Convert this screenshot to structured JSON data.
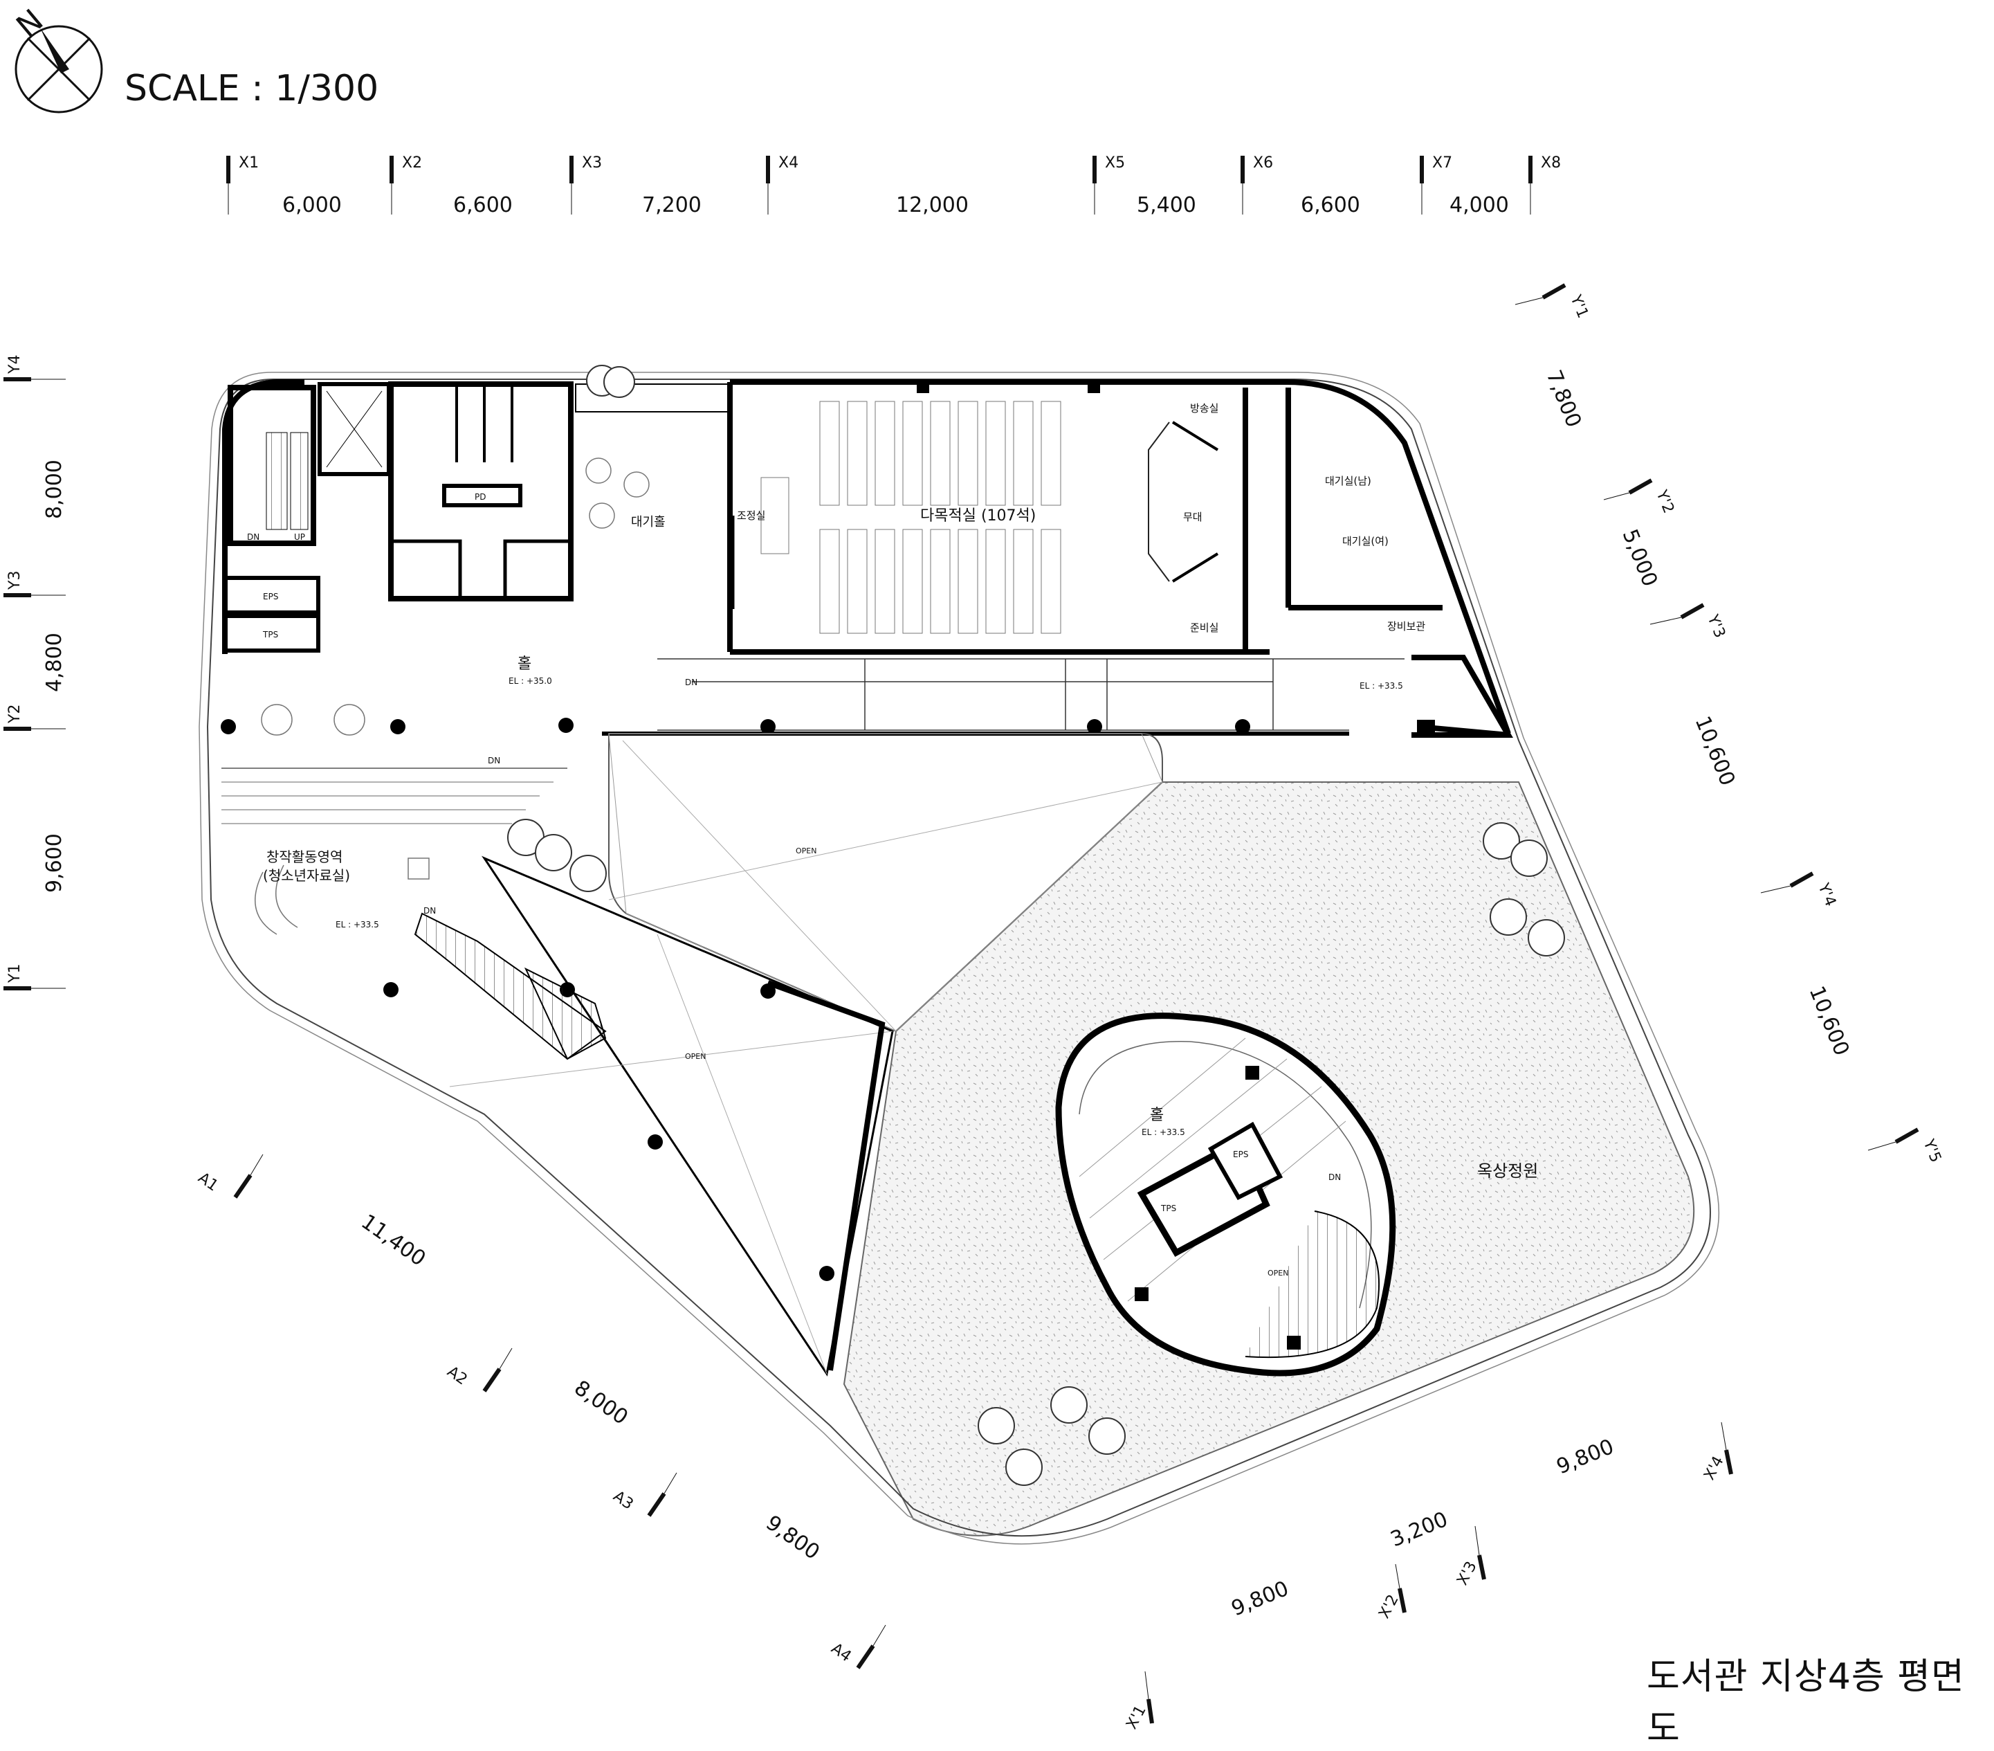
{
  "header": {
    "north_label": "N",
    "scale_text": "SCALE : 1/300"
  },
  "drawing_title": "도서관 지상4층 평면도",
  "x_grid": {
    "labels": [
      "X1",
      "X2",
      "X3",
      "X4",
      "X5",
      "X6",
      "X7",
      "X8"
    ],
    "spans": [
      "6,000",
      "6,600",
      "7,200",
      "12,000",
      "5,400",
      "6,600",
      "4,000"
    ]
  },
  "y_grid": {
    "labels": [
      "Y4",
      "Y3",
      "Y2",
      "Y1"
    ],
    "spans": [
      "8,000",
      "4,800",
      "9,600"
    ]
  },
  "y_prime_grid": {
    "labels": [
      "Y'1",
      "Y'2",
      "Y'3",
      "Y'4",
      "Y'5"
    ],
    "spans": [
      "7,800",
      "5,000",
      "10,600",
      "10,600"
    ]
  },
  "a_grid": {
    "labels": [
      "A1",
      "A2",
      "A3",
      "A4"
    ],
    "spans": [
      "11,400",
      "8,000",
      "9,800"
    ]
  },
  "x_prime_grid": {
    "labels": [
      "X'1",
      "X'2",
      "X'3",
      "X'4"
    ],
    "spans": [
      "9,800",
      "3,200",
      "9,800"
    ]
  },
  "rooms": {
    "hall_main": "홀",
    "el_35": "EL : +35.0",
    "waiting_hall": "대기홀",
    "control_room": "조정실",
    "multipurpose": "다목적실 (107석)",
    "broadcast": "방송실",
    "stage": "무대",
    "prep": "준비실",
    "waiting_m": "대기실(남)",
    "waiting_f": "대기실(여)",
    "storage": "장비보관",
    "el_33_right": "EL : +33.5",
    "creative_1": "창작활동영역",
    "creative_2": "(청소년자료실)",
    "el_33_left": "EL : +33.5",
    "open_1": "OPEN",
    "open_2": "OPEN",
    "open_3": "OPEN",
    "hall_oval": "홀",
    "el_33_oval": "EL : +33.5",
    "roof_garden": "옥상정원",
    "eps_1": "EPS",
    "tps_1": "TPS",
    "eps_2": "EPS",
    "tps_2": "TPS",
    "pd": "PD",
    "dn_stair": "DN",
    "up_stair": "UP",
    "dn_1": "DN",
    "dn_2": "DN",
    "dn_3": "DN",
    "dn_4": "DN"
  },
  "colors": {
    "line": "#111111",
    "garden_fill": "#f2f2f2",
    "wall": "#000000"
  }
}
